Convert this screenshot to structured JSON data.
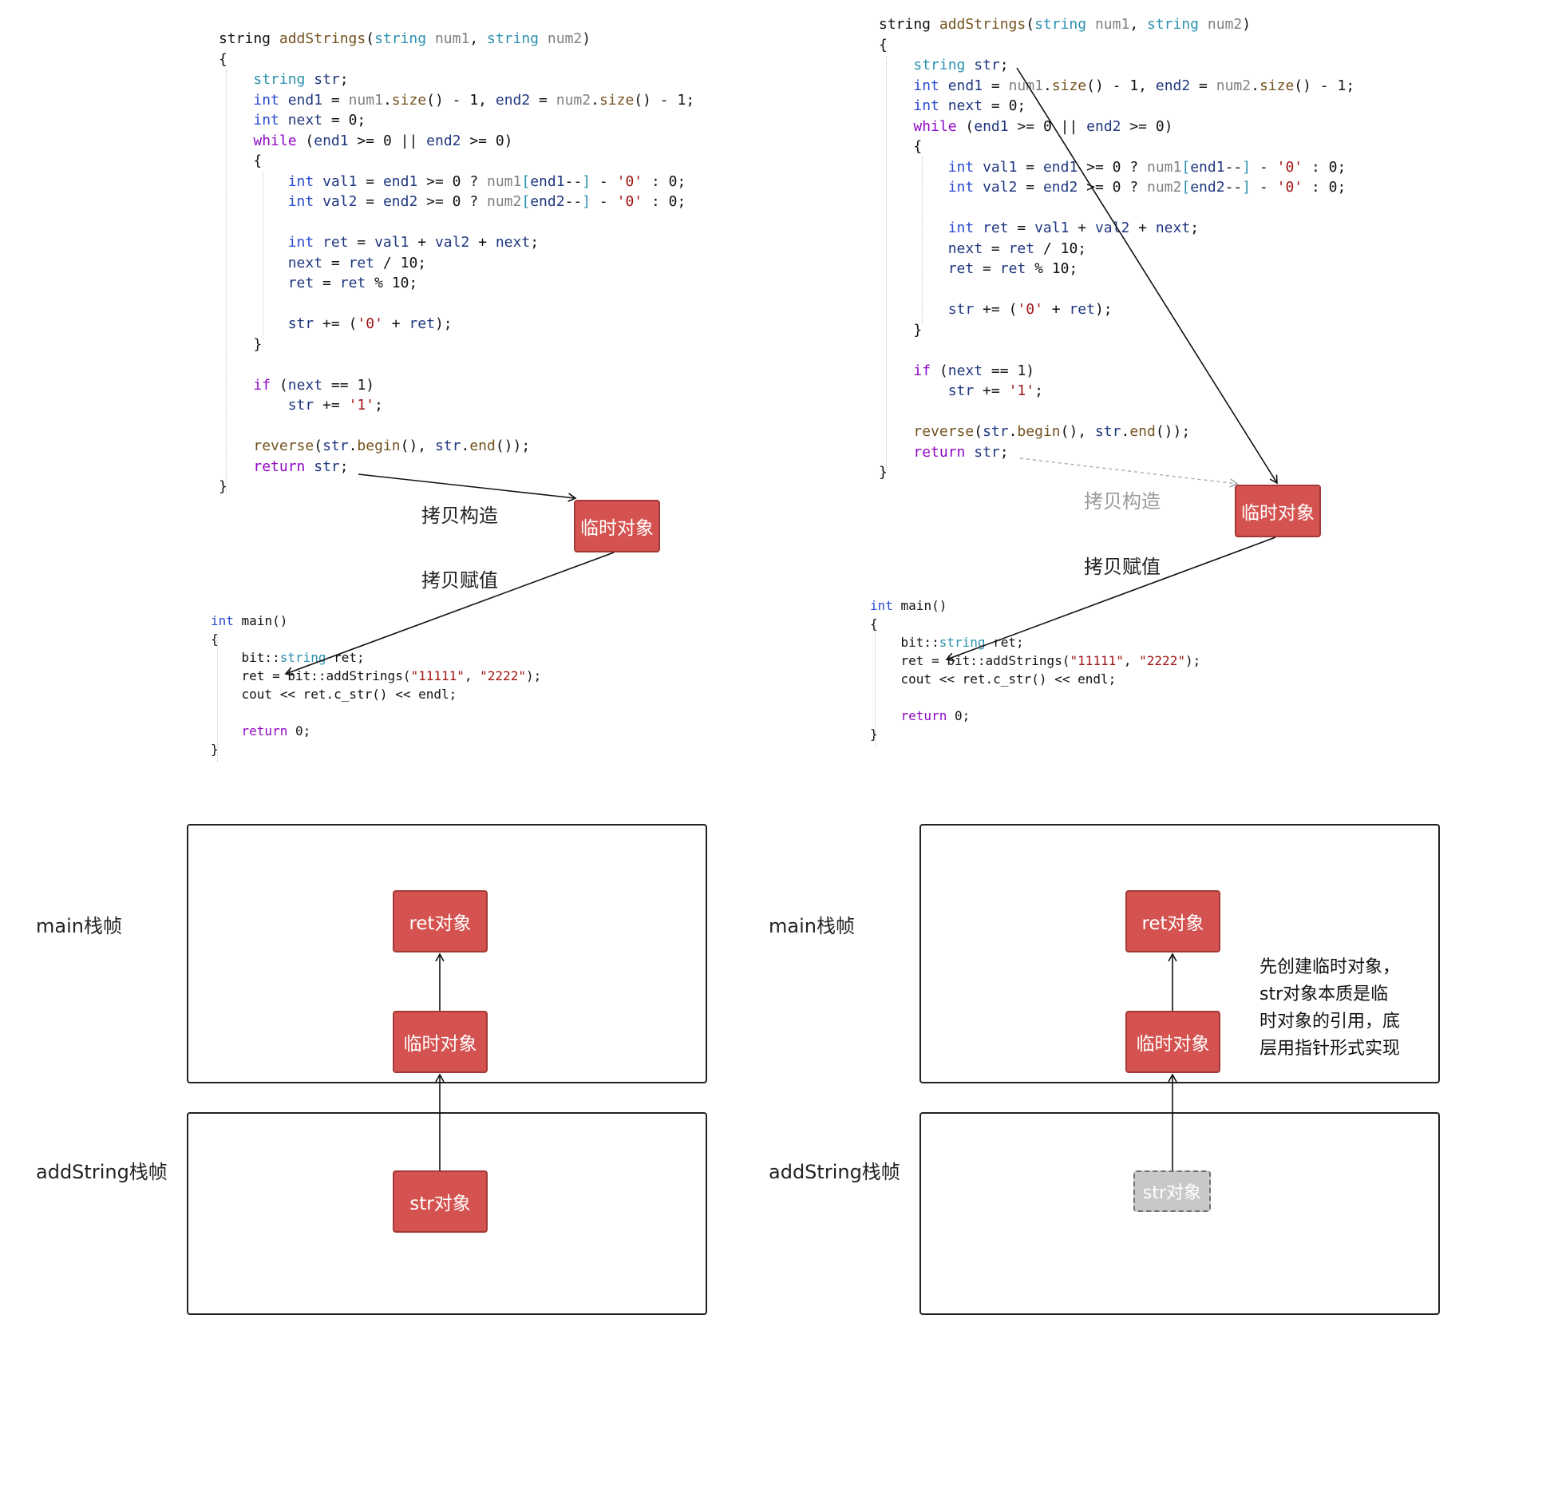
{
  "left": {
    "func_header_lines": [
      "string addStrings(string num1, string num2)",
      "{",
      "    string str;",
      "    int end1 = num1.size() - 1, end2 = num2.size() - 1;",
      "    int next = 0;",
      "    while (end1 >= 0 || end2 >= 0)",
      "    {",
      "        int val1 = end1 >= 0 ? num1[end1--] - '0' : 0;",
      "        int val2 = end2 >= 0 ? num2[end2--] - '0' : 0;",
      "",
      "        int ret = val1 + val2 + next;",
      "        next = ret / 10;",
      "        ret = ret % 10;",
      "",
      "        str += ('0' + ret);",
      "    }",
      "",
      "    if (next == 1)",
      "        str += '1';",
      "",
      "    reverse(str.begin(), str.end());",
      "    return str;",
      "}"
    ],
    "main_lines": [
      "int main()",
      "{",
      "    bit::string ret;",
      "    ret = bit::addStrings(\"11111\", \"2222\");",
      "    cout << ret.c_str() << endl;",
      "",
      "    return 0;",
      "}"
    ],
    "temp_box": "临时对象",
    "copy_construct_label": "拷贝构造",
    "copy_assign_label": "拷贝赋值",
    "main_frame_label": "main栈帧",
    "add_frame_label": "addString栈帧",
    "ret_obj": "ret对象",
    "temp_obj": "临时对象",
    "str_obj": "str对象"
  },
  "right": {
    "temp_box": "临时对象",
    "copy_construct_label": "拷贝构造",
    "copy_assign_label": "拷贝赋值",
    "main_frame_label": "main栈帧",
    "add_frame_label": "addString栈帧",
    "ret_obj": "ret对象",
    "temp_obj": "临时对象",
    "str_obj": "str对象",
    "note_lines": [
      "先创建临时对象，",
      "str对象本质是临",
      "时对象的引用，底",
      "层用指针形式实现"
    ]
  },
  "colors": {
    "box_red": "#d4524f",
    "box_grey": "#c8c8c8",
    "keyword": "#2a4bd0",
    "type": "#2b91af",
    "string_literal": "#a31515"
  }
}
